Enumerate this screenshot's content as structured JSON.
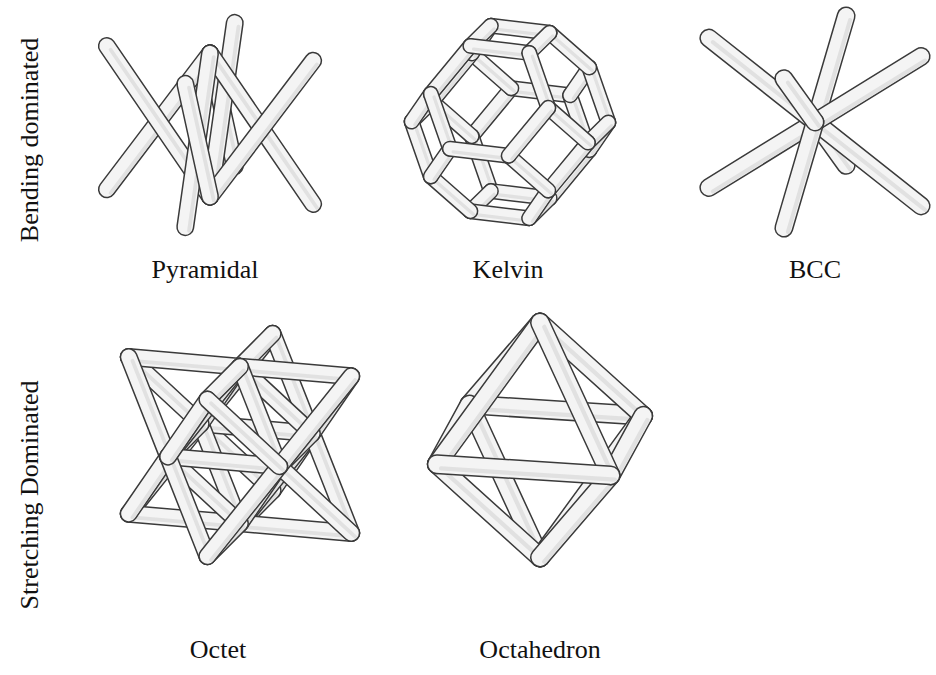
{
  "diagram": {
    "labels": [
      "Bending dominated",
      "Pyramidal",
      "Kelvin",
      "BCC",
      "Stretching Dominated",
      "Octet",
      "Octahedron"
    ]
  }
}
